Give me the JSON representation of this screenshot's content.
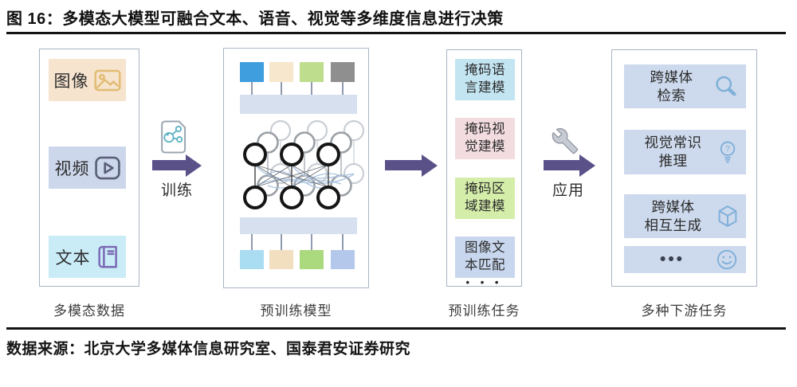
{
  "title": "图 16：多模态大模型可融合文本、语音、视觉等多维度信息进行决策",
  "source": "数据来源：北京大学多媒体信息研究室、国泰君安证券研究",
  "arrows": {
    "train_label": "训练",
    "apply_label": "应用"
  },
  "columns": {
    "data": {
      "caption": "多模态数据",
      "items": [
        {
          "label": "图像",
          "icon": "image-icon"
        },
        {
          "label": "视频",
          "icon": "video-play-icon"
        },
        {
          "label": "文本",
          "icon": "book-icon"
        }
      ]
    },
    "model": {
      "caption": "预训练模型"
    },
    "tasks": {
      "caption": "预训练任务",
      "items": [
        {
          "label": "掩码语\n言建模"
        },
        {
          "label": "掩码视\n觉建模"
        },
        {
          "label": "掩码区\n域建模"
        },
        {
          "label": "图像文\n本匹配"
        }
      ],
      "ellipsis": "• • •"
    },
    "downstream": {
      "caption": "多种下游任务",
      "items": [
        {
          "label": "跨媒体\n检索",
          "icon": "magnifier-icon"
        },
        {
          "label": "视觉常识\n推理",
          "icon": "bulb-question-icon"
        },
        {
          "label": "跨媒体\n相互生成",
          "icon": "cube-icon"
        },
        {
          "label": "•••",
          "icon": "smiley-icon"
        }
      ]
    }
  },
  "colors": {
    "arrow_purple": "#5a5189",
    "panel_border": "#a9b4c6",
    "embedding_bar": "#d7e0ef",
    "data_boxes": [
      "#f7e4cf",
      "#cdd7ec",
      "#c9ecf7"
    ],
    "task_boxes": [
      "#c3e5f2",
      "#f2dce0",
      "#d4eda9",
      "#c8d7ee"
    ],
    "downstream_box": "#cdd9ec",
    "top_tokens": [
      "#3f9ede",
      "#f7e7cd",
      "#bede8d",
      "#8f8f8f"
    ],
    "bottom_tokens": [
      "#aadcf2",
      "#f2dfc0",
      "#abd97e",
      "#b3c8ea"
    ]
  }
}
